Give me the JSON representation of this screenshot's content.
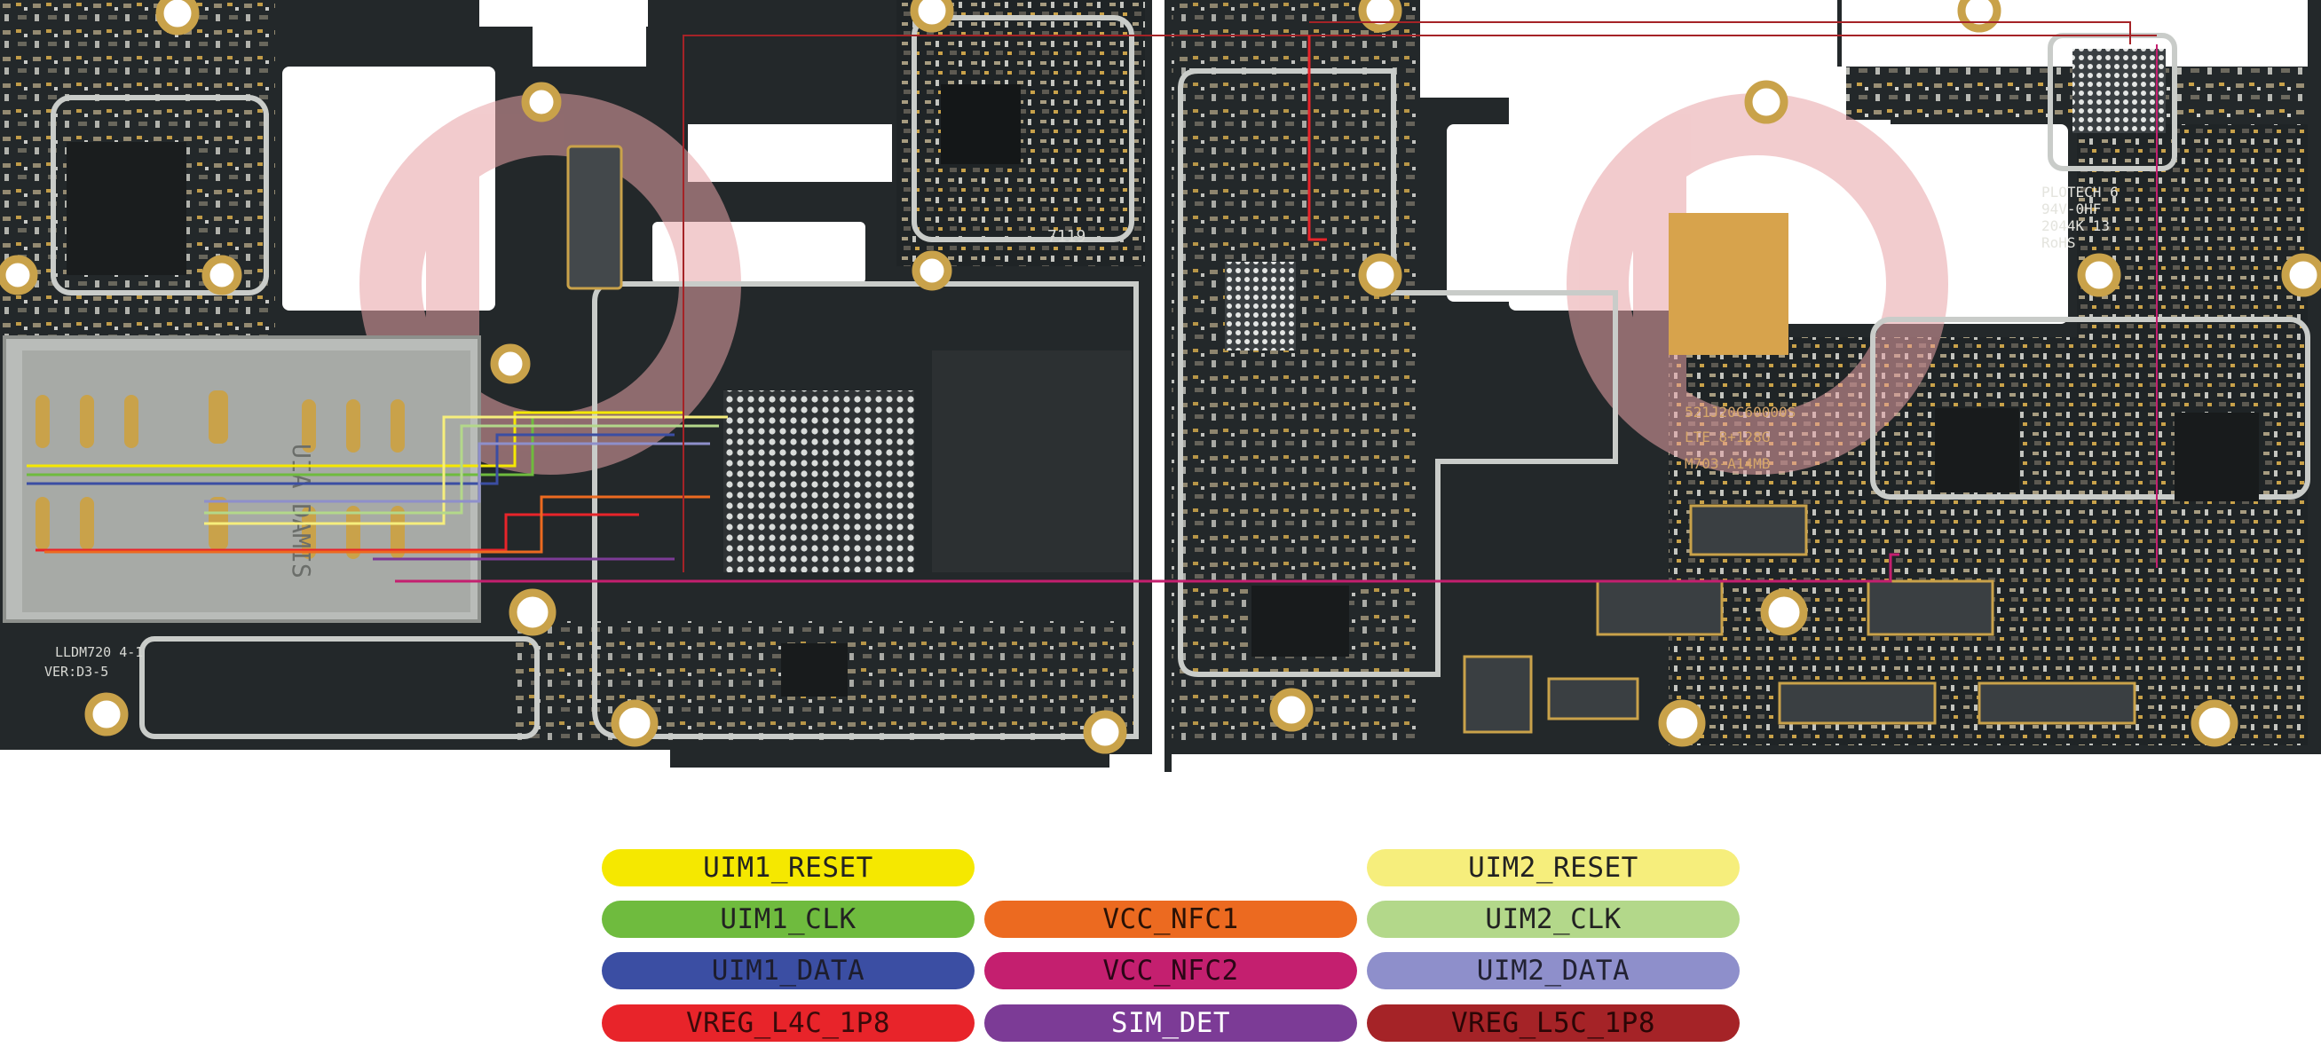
{
  "board": {
    "marking_left_1": "LLDM720 4-1",
    "marking_left_2": "VER:D3-5",
    "marking_7119": "7119",
    "marking_plotech_1": "PLOTECH 6",
    "marking_plotech_2": "94V-0HF",
    "marking_plotech_3": "2044K 13",
    "marking_plotech_4": "RoHS",
    "emmc_line1": "521J20C60000S",
    "emmc_line2": "LTE 8+128G",
    "emmc_line3": "M703-A14MB",
    "sim_slot_text": "UIA DAMIS",
    "colors": {
      "pcb": "#23282a",
      "pcb_dark": "#181b1c",
      "gold": "#c9a24a",
      "shield": "#c9ccc9",
      "watermark": "#e8a2a6"
    }
  },
  "legend": [
    {
      "label": "UIM1_RESET",
      "bg": "#f5e800",
      "fg": "#222222"
    },
    {
      "label": "UIM1_CLK",
      "bg": "#6fbb3e",
      "fg": "#222222"
    },
    {
      "label": "UIM1_DATA",
      "bg": "#3b4ea3",
      "fg": "#1d1d2e"
    },
    {
      "label": "VREG_L4C_1P8",
      "bg": "#e8242a",
      "fg": "#3a0a0a"
    },
    {
      "label": "VCC_NFC1",
      "bg": "#ec6a20",
      "fg": "#2a1206"
    },
    {
      "label": "VCC_NFC2",
      "bg": "#c41f6f",
      "fg": "#2a0616"
    },
    {
      "label": "SIM_DET",
      "bg": "#7c3b96",
      "fg": "#ffffff"
    },
    {
      "label": "UIM2_RESET",
      "bg": "#f6ee7c",
      "fg": "#222222"
    },
    {
      "label": "UIM2_CLK",
      "bg": "#b3d88a",
      "fg": "#222222"
    },
    {
      "label": "UIM2_DATA",
      "bg": "#8e8fcb",
      "fg": "#222233"
    },
    {
      "label": "VREG_L5C_1P8",
      "bg": "#a52327",
      "fg": "#2a0606"
    }
  ]
}
